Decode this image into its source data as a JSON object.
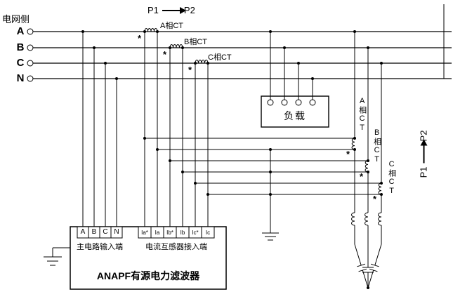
{
  "diagram": {
    "grid_side_label": "电网侧",
    "polarity_mark": "*",
    "phases": [
      "A",
      "B",
      "C",
      "N"
    ],
    "direction_top": {
      "p1": "P1",
      "p2": "P2"
    },
    "direction_right": {
      "p1": "P1",
      "p2": "P2"
    },
    "top_cts": {
      "a": "A相CT",
      "b": "B相CT",
      "c": "C相CT"
    },
    "right_cts": {
      "a": "A相CT",
      "b": "B相CT",
      "c": "C相CT"
    },
    "load_label": "负载",
    "anapf": {
      "title": "ANAPF有源电力滤波器",
      "main_input_label": "主电路输入端",
      "ct_input_label": "电流互感器接入端",
      "main_terminals": [
        "A",
        "B",
        "C",
        "N"
      ],
      "ct_terminals": [
        "Ia*",
        "Ia",
        "Ib*",
        "Ib",
        "Ic*",
        "Ic"
      ]
    }
  }
}
